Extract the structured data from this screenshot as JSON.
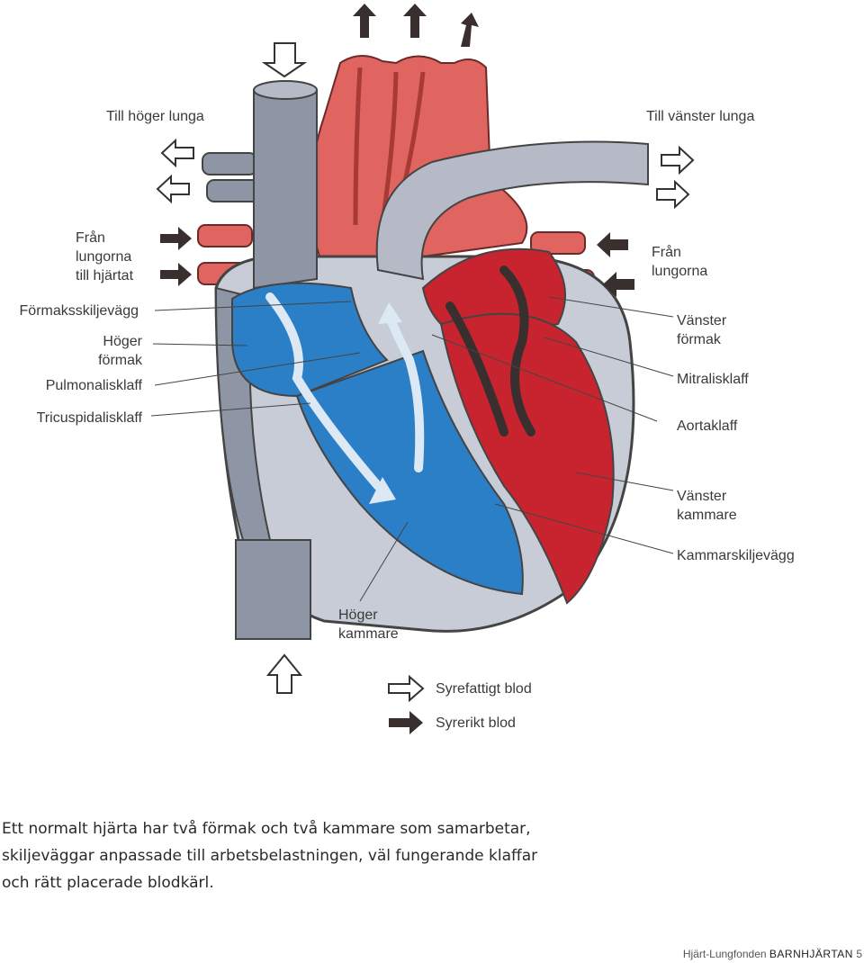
{
  "labels": {
    "till_hoger_lunga": "Till höger lunga",
    "till_vanster_lunga": "Till vänster lunga",
    "fran_lungorna_till_hjartat": "Från\nlungorna\ntill hjärtat",
    "fran_lungorna": "Från\nlungorna",
    "formaksskiljevagg": "Förmaksskiljevägg",
    "hoger_formak": "Höger\nförmak",
    "pulmonalisklaff": "Pulmonalisklaff",
    "tricuspidalisklaff": "Tricuspidalisklaff",
    "vanster_formak": "Vänster\nförmak",
    "mitralisklaff": "Mitralisklaff",
    "aortaklaff": "Aortaklaff",
    "vanster_kammare": "Vänster\nkammare",
    "kammarskiljevagg": "Kammarskiljevägg",
    "hoger_kammare": "Höger\nkammare"
  },
  "legend": {
    "deoxygenated": "Syrefattigt blod",
    "oxygenated": "Syrerikt blod"
  },
  "caption": "Ett normalt hjärta har två förmak och två kammare som samarbetar,\nskiljeväggar anpassade till arbetsbelastningen, väl fungerande klaffar\noch rätt placerade blodkärl.",
  "footer": {
    "org": "Hjärt-Lungfonden",
    "brand": "BARNHJÄRTAN",
    "page": "5"
  },
  "colors": {
    "deoxygenated_blue": "#2a7fc7",
    "oxygenated_red": "#c8242f",
    "artery_red": "#e0645f",
    "vein_grey": "#8e95a5",
    "wall_grey": "#c7ccd6"
  }
}
